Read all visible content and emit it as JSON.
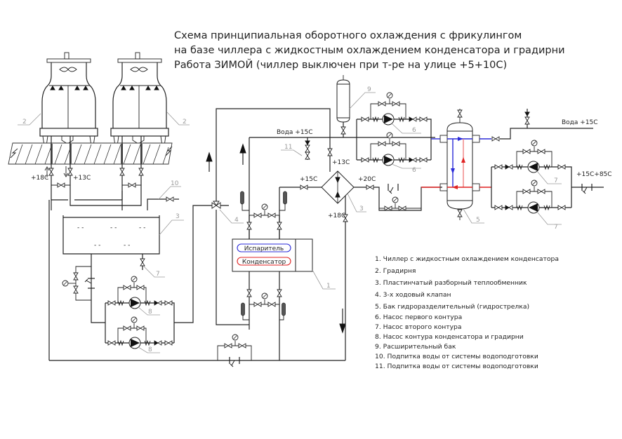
{
  "title": {
    "lines": [
      "Схема принципиальная оборотного охлаждения с фрикулингом",
      "на базе чиллера с жидкостным охлаждением конденсатора и градирни",
      "Работа ЗИМОЙ (чиллер выключен при т-ре на улице +5+10С)"
    ]
  },
  "chiller": {
    "evaporator_label": "Испаритель",
    "condenser_label": "Конденсатор",
    "evaporator_color": "#2b2bd9",
    "condenser_color": "#e02222"
  },
  "temperatures": {
    "tower_supply": "+18С",
    "tower_return": "+13С",
    "water_makeup_top": "Вода +15С",
    "hx_in_13": "+13С",
    "hx_in_15": "+15С",
    "hx_out_20": "+20С",
    "hx_out_18": "+18С",
    "water_right": "Вода  +15С",
    "consumer_range": "+15С+85С"
  },
  "callouts": {
    "tower_left": "2",
    "tower_right": "2",
    "tank": "3",
    "hx": "3",
    "valve3way": "4",
    "hydro_separator": "5",
    "pump1_top": "6",
    "pump1_bottom": "6",
    "pump2_top": "7",
    "pump2_bottom": "7",
    "tank_drain": "7",
    "pump_cond_top": "8",
    "pump_cond_bottom": "8",
    "expansion_tank": "9",
    "makeup_10": "10",
    "makeup_11": "11",
    "chiller": "1"
  },
  "colors": {
    "cold_line": "#2b2bd9",
    "hot_line": "#e02222"
  },
  "legend": [
    "1. Чиллер с жидкостным охлаждением конденсатора",
    "2.  Градирня",
    "3. Пластинчатый разборный теплообменник",
    "4. 3-х ходовый клапан",
    "5. Бак  гидроразделительный (гидрострелка)",
    "6. Насос первого контура",
    "7. Насос второго контура",
    "8. Насос контура конденсатора и градирни",
    "9. Расширительный бак",
    "10. Подпитка воды от системы водоподготовки",
    "11. Подпитка воды от системы водоподготовки"
  ]
}
